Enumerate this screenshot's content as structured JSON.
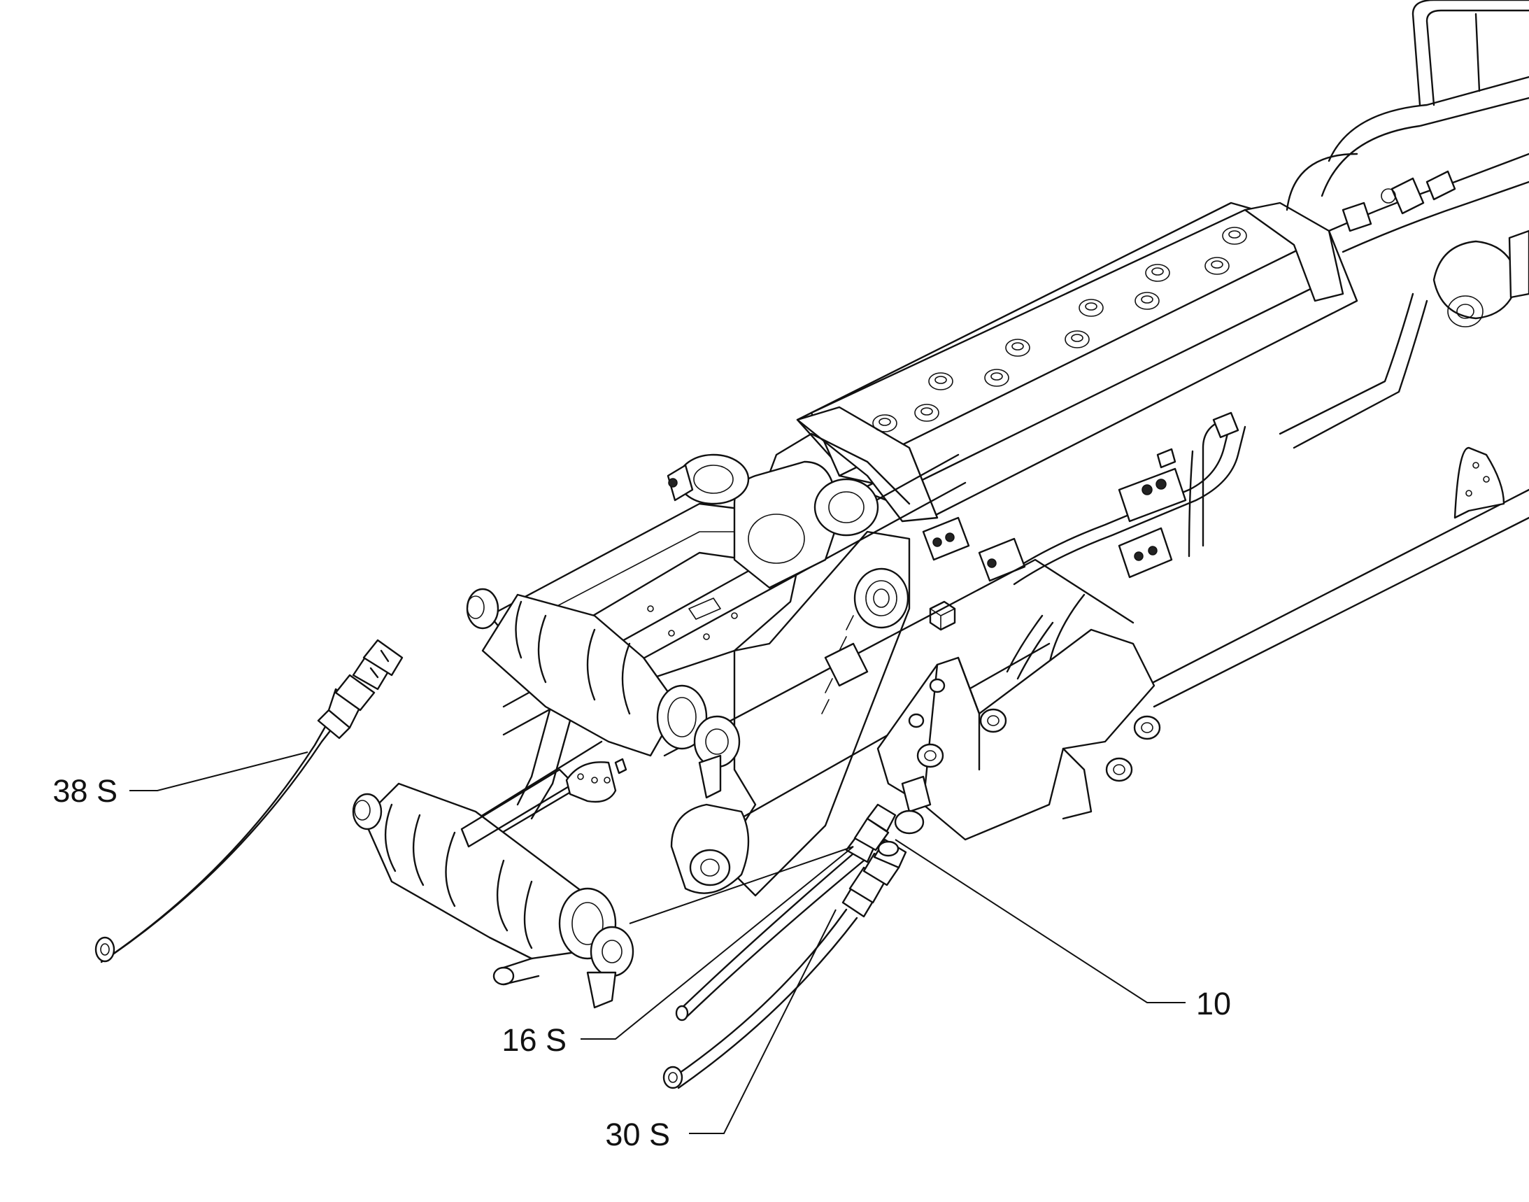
{
  "callouts": [
    {
      "label": "38 S"
    },
    {
      "label": "16 S"
    },
    {
      "label": "30 S"
    },
    {
      "label": "10"
    }
  ]
}
